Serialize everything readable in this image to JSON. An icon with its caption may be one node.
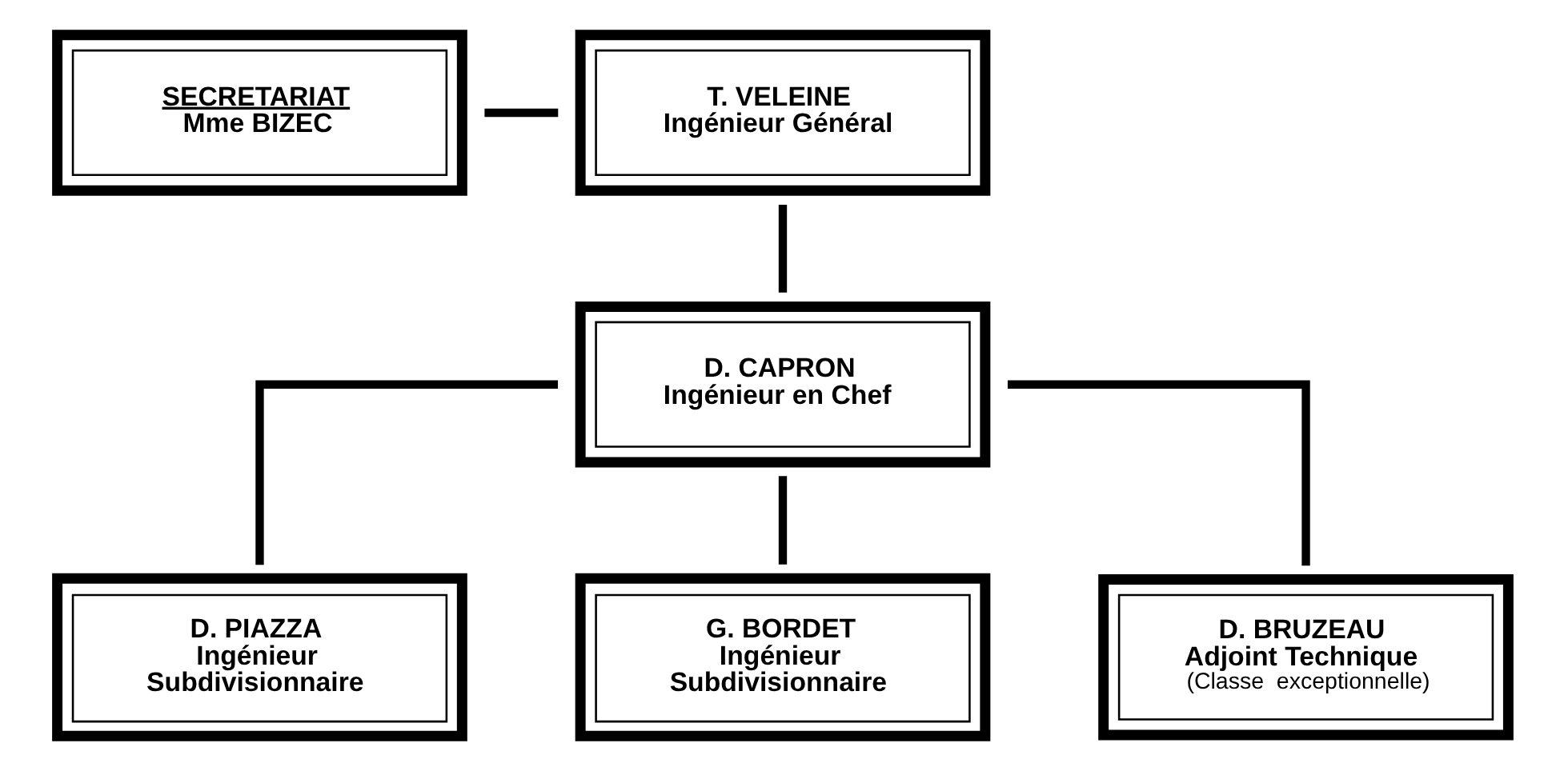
{
  "diagram": {
    "nodes": [
      {
        "text": [
          "SECRETARIAT",
          "Mme BIZEC"
        ]
      },
      {
        "text": [
          "T. VELEINE",
          "Ingénieur Général"
        ]
      },
      {
        "text": [
          "D. CAPRON",
          "Ingénieur en Chef"
        ]
      },
      {
        "text": [
          "D. PIAZZA",
          "Ingénieur Subdivisionnaire"
        ]
      },
      {
        "text": [
          "G. BORDET",
          "Ingénieur Subdivisionnaire"
        ]
      },
      {
        "text": [
          "D. BRUZEAU",
          "Adjoint Technique",
          "(Classe  exceptionnelle)"
        ]
      }
    ],
    "edges": [
      {
        "from": 0,
        "to": 1,
        "arrow": "none"
      },
      {
        "from": 1,
        "to": 2,
        "arrow": "none"
      },
      {
        "from": 2,
        "to": 3,
        "arrow": "none"
      },
      {
        "from": 2,
        "to": 4,
        "arrow": "none"
      },
      {
        "from": 2,
        "to": 5,
        "arrow": "none"
      }
    ]
  }
}
